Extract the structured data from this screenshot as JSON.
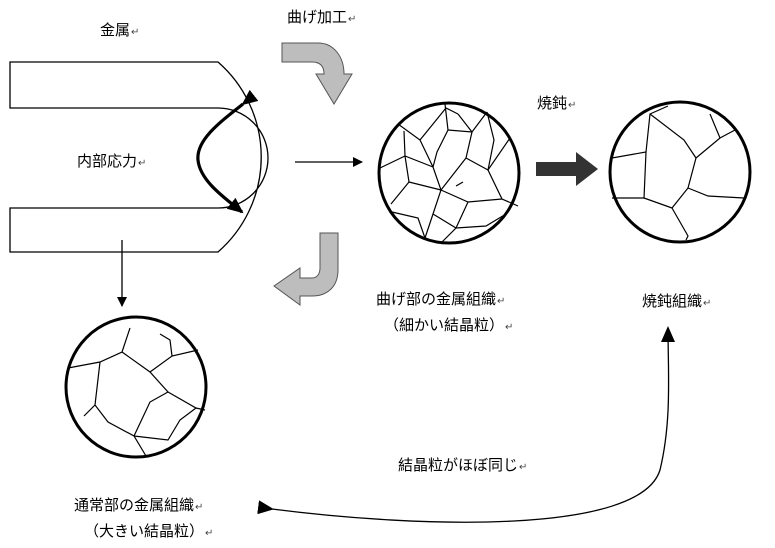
{
  "labels": {
    "metal": "金属",
    "bending_process": "曲げ加工",
    "internal_stress": "内部応力",
    "annealing": "焼鈍",
    "bent_structure": "曲げ部の金属組織",
    "bent_structure_note": "（細かい結晶粒）",
    "annealed_structure": "焼鈍組織",
    "same_grain": "結晶粒がほぼ同じ",
    "normal_structure": "通常部の金属組織",
    "normal_structure_note": "（大きい結晶粒）"
  },
  "paragraph_mark": "↵",
  "colors": {
    "line": "#000000",
    "process_arrow_fill": "#bdbdbd",
    "process_arrow_stroke": "#555555",
    "anneal_arrow": "#333333"
  }
}
